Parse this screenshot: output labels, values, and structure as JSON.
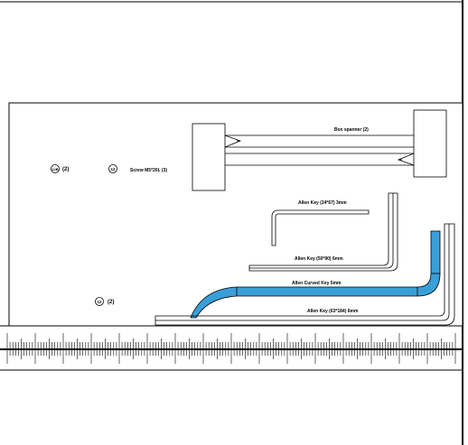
{
  "parts": {
    "box_spanner": "Box spanner (2)",
    "screw": "Screw M5*20L (3)",
    "screw_id": "12",
    "bracket_a_id": "12B",
    "bracket_a_qty": "(2)",
    "bracket_b_id": "12",
    "bracket_b_qty": "(2)",
    "allen_small": "Allen Key (24*67) 3mm",
    "allen_medium": "Allen Key (50*90) 6mm",
    "allen_curved": "Allen Curved Key 5mm",
    "allen_large": "Allen Key (63*184) 6mm"
  },
  "colors": {
    "highlight": "#3a9fd8",
    "line": "#000000"
  }
}
